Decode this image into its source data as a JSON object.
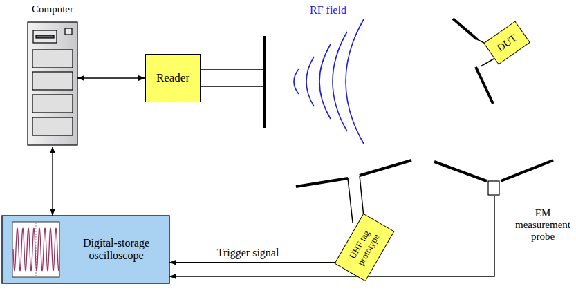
{
  "diagram": {
    "nodes": [
      {
        "text": [
          "Computer"
        ]
      },
      {
        "text": [
          "Reader"
        ]
      },
      {
        "text": [
          "DUT"
        ]
      },
      {
        "text": [
          "UHF tag prototype"
        ]
      },
      {
        "text": [
          "Digital-storage oscilloscope"
        ]
      },
      {
        "text": [
          "EM measurement probe"
        ]
      }
    ],
    "edges": [
      {
        "from": 0,
        "to": 1,
        "arrow": "both"
      },
      {
        "from": 0,
        "to": 4,
        "arrow": "both"
      },
      {
        "from": 3,
        "to": 4,
        "label": "Trigger signal",
        "arrow": "to"
      },
      {
        "from": 5,
        "to": 4,
        "arrow": "to"
      }
    ],
    "labels": [
      "RF field"
    ]
  }
}
